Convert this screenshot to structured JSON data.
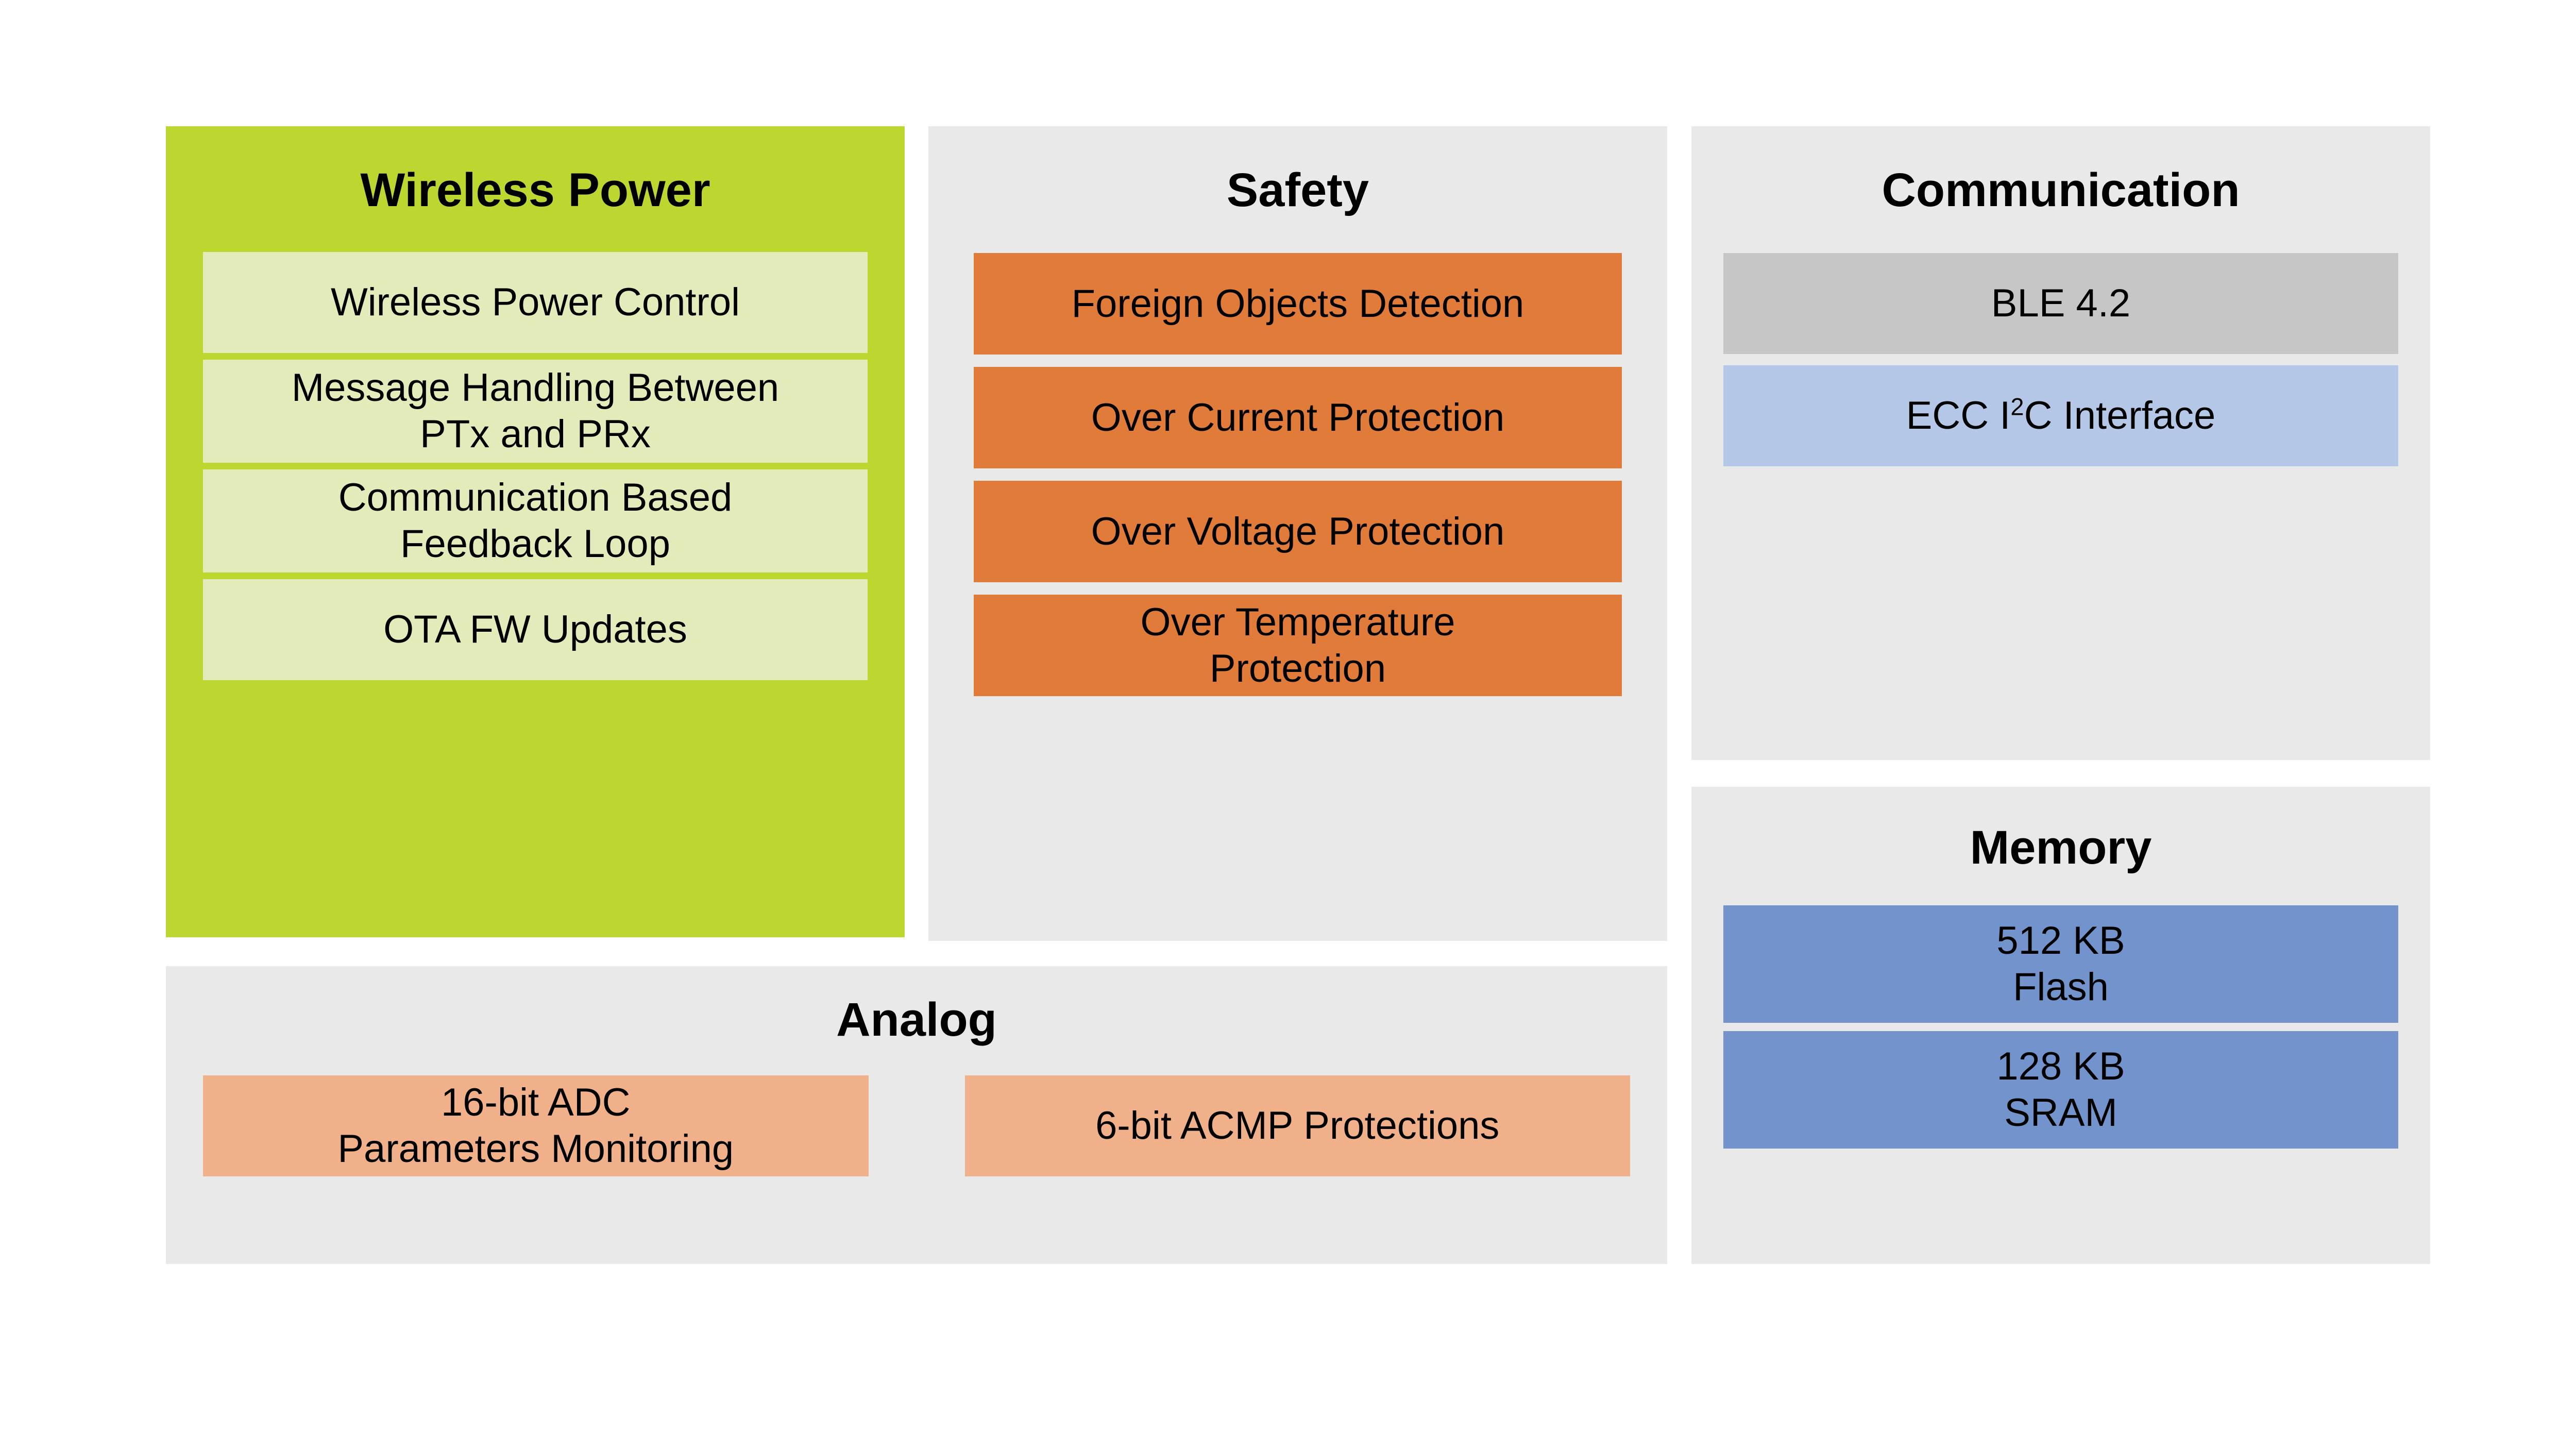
{
  "panels": {
    "wireless_power": {
      "title": "Wireless Power",
      "accent_color": "#bed630",
      "card_color": "#e2ebb9",
      "cards": [
        {
          "label": "Wireless Power Control"
        },
        {
          "label": "Message Handling Between\nPTx and PRx"
        },
        {
          "label": "Communication Based\nFeedback Loop"
        },
        {
          "label": "OTA FW Updates"
        }
      ]
    },
    "safety": {
      "title": "Safety",
      "accent_color": "#e9e9e9",
      "card_color": "#e07b39",
      "cards": [
        {
          "label": "Foreign Objects Detection"
        },
        {
          "label": "Over Current Protection"
        },
        {
          "label": "Over Voltage Protection"
        },
        {
          "label": "Over Temperature\nProtection"
        }
      ]
    },
    "communication": {
      "title": "Communication",
      "accent_color": "#e9e9e9",
      "cards": [
        {
          "label": "BLE 4.2",
          "color": "#c6c6c6"
        },
        {
          "label_prefix": "ECC I",
          "label_sup": "2",
          "label_suffix": "C Interface",
          "color": "#b4c7e7"
        }
      ]
    },
    "memory": {
      "title": "Memory",
      "accent_color": "#e9e9e9",
      "card_color": "#7293cb",
      "cards": [
        {
          "label": "512 KB\nFlash"
        },
        {
          "label": "128 KB\nSRAM"
        }
      ]
    },
    "analog": {
      "title": "Analog",
      "accent_color": "#e9e9e9",
      "card_color": "#f0b08a",
      "cards": [
        {
          "label": "16-bit ADC\nParameters Monitoring"
        },
        {
          "label": "6-bit ACMP Protections"
        }
      ]
    }
  }
}
